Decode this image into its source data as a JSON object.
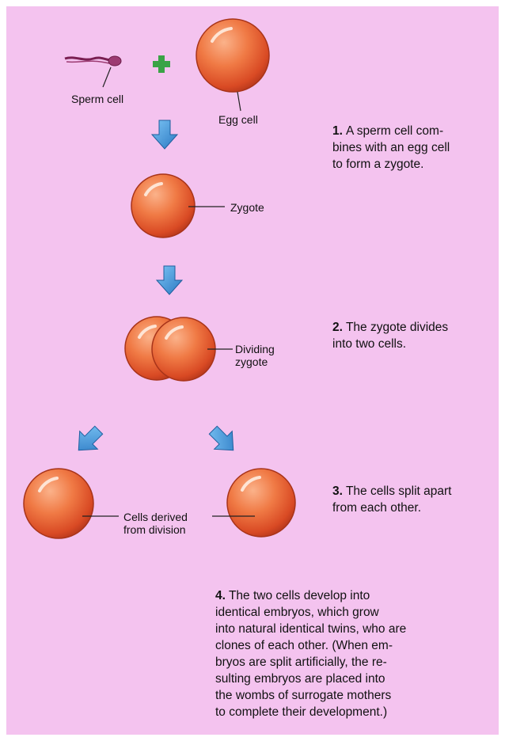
{
  "labels": {
    "sperm": "Sperm cell",
    "egg": "Egg cell",
    "zygote": "Zygote",
    "dividing": "Dividing\nzygote",
    "derived": "Cells derived\nfrom division"
  },
  "steps": [
    {
      "num": "1.",
      "text": "A sperm cell com-\nbines with an egg cell\nto form a zygote."
    },
    {
      "num": "2.",
      "text": "The zygote divides\ninto two cells."
    },
    {
      "num": "3.",
      "text": "The cells split apart\nfrom each other."
    },
    {
      "num": "4.",
      "text": "The two cells develop into\nidentical embryos, which grow\ninto natural identical twins, who are\nclones of each other. (When em-\nbryos are split artificially, the re-\nsulting embryos are placed into\nthe wombs of surrogate mothers\nto complete their development.)"
    }
  ],
  "colors": {
    "background": "#f4c3ef",
    "cell": "#e8582c",
    "arrow": "#3f95d9",
    "plus": "#3aa346",
    "sperm": "#7a1f52"
  }
}
